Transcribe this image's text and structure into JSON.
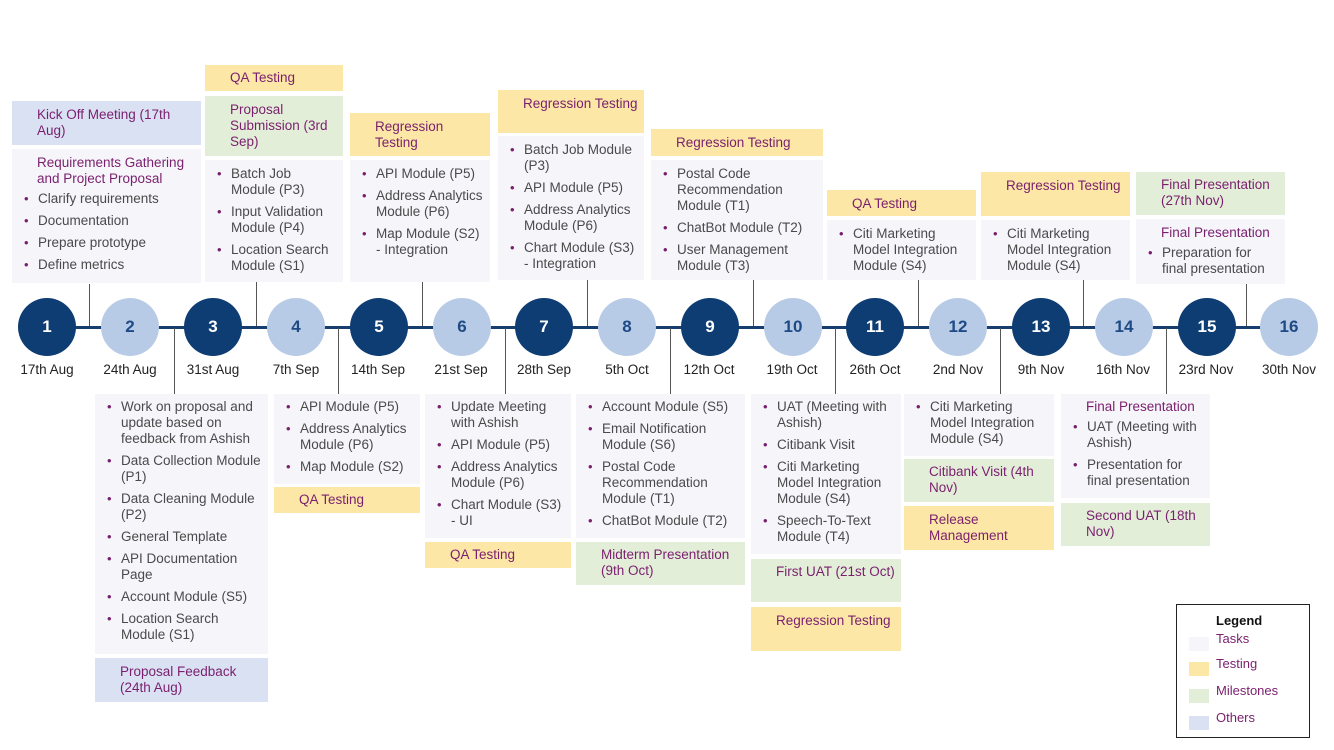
{
  "weeks": [
    {
      "num": "1",
      "date": "17th Aug"
    },
    {
      "num": "2",
      "date": "24th Aug"
    },
    {
      "num": "3",
      "date": "31st Aug"
    },
    {
      "num": "4",
      "date": "7th Sep"
    },
    {
      "num": "5",
      "date": "14th Sep"
    },
    {
      "num": "6",
      "date": "21st Sep"
    },
    {
      "num": "7",
      "date": "28th Sep"
    },
    {
      "num": "8",
      "date": "5th Oct"
    },
    {
      "num": "9",
      "date": "12th Oct"
    },
    {
      "num": "10",
      "date": "19th Oct"
    },
    {
      "num": "11",
      "date": "26th Oct"
    },
    {
      "num": "12",
      "date": "2nd Nov"
    },
    {
      "num": "13",
      "date": "9th Nov"
    },
    {
      "num": "14",
      "date": "16th Nov"
    },
    {
      "num": "15",
      "date": "23rd Nov"
    },
    {
      "num": "16",
      "date": "30th Nov"
    }
  ],
  "top": {
    "w1": {
      "kickoff": "Kick Off Meeting (17th Aug)",
      "tasks_head": "Requirements Gathering and Project Proposal",
      "items": [
        "Clarify requirements",
        "Documentation",
        "Prepare prototype",
        "Define metrics"
      ]
    },
    "w3": {
      "qa": "QA Testing",
      "milestone": "Proposal Submission (3rd Sep)",
      "items": [
        "Batch Job Module (P3)",
        "Input Validation Module (P4)",
        "Location Search Module (S1)"
      ]
    },
    "w5": {
      "testing": "Regression Testing",
      "items": [
        "API Module (P5)",
        "Address Analytics Module (P6)",
        "Map Module (S2) - Integration"
      ]
    },
    "w7": {
      "testing": "Regression Testing",
      "items": [
        "Batch Job Module (P3)",
        "API Module (P5)",
        "Address Analytics Module (P6)",
        "Chart Module (S3) - Integration"
      ]
    },
    "w9": {
      "testing": "Regression Testing",
      "items": [
        "Postal Code Recommendation Module (T1)",
        "ChatBot Module (T2)",
        "User Management Module (T3)"
      ]
    },
    "w11": {
      "testing": "QA Testing",
      "items": [
        "Citi Marketing Model Integration Module (S4)"
      ]
    },
    "w13": {
      "testing": "Regression Testing",
      "items": [
        "Citi Marketing Model Integration Module (S4)"
      ]
    },
    "w15": {
      "milestone": "Final Presentation (27th Nov)",
      "tasks_head": "Final Presentation",
      "items": [
        "Preparation for final presentation"
      ]
    }
  },
  "bottom": {
    "w2": {
      "items": [
        "Work on proposal and update based on feedback from Ashish",
        "Data Collection Module (P1)",
        "Data Cleaning Module (P2)",
        "General Template",
        "API Documentation Page",
        "Account Module (S5)",
        "Location Search Module (S1)"
      ],
      "other": "Proposal Feedback (24th Aug)"
    },
    "w4": {
      "items": [
        "API Module (P5)",
        "Address Analytics Module (P6)",
        "Map Module (S2)"
      ],
      "testing": "QA Testing"
    },
    "w6": {
      "items": [
        "Update Meeting with Ashish",
        "API Module (P5)",
        "Address Analytics Module (P6)",
        "Chart Module (S3) - UI"
      ],
      "testing": "QA Testing"
    },
    "w8": {
      "items": [
        "Account Module (S5)",
        "Email Notification Module (S6)",
        "Postal Code Recommendation Module (T1)",
        "ChatBot Module (T2)"
      ],
      "milestone": "Midterm Presentation (9th Oct)"
    },
    "w10": {
      "items": [
        "UAT (Meeting with Ashish)",
        "Citibank Visit",
        "Citi Marketing Model Integration Module (S4)",
        "Speech-To-Text Module (T4)"
      ],
      "milestone": "First UAT (21st Oct)",
      "testing": "Regression Testing"
    },
    "w12": {
      "items": [
        "Citi Marketing Model Integration Module (S4)"
      ],
      "milestone": "Citibank Visit (4th Nov)",
      "testing": "Release Management"
    },
    "w14": {
      "tasks_head": "Final Presentation",
      "items": [
        "UAT (Meeting with Ashish)",
        "Presentation for final presentation"
      ],
      "milestone": "Second UAT (18th Nov)"
    }
  },
  "legend": {
    "title": "Legend",
    "items": [
      {
        "label": "Tasks",
        "color": "#f6f5fa"
      },
      {
        "label": "Testing",
        "color": "#fce7a6"
      },
      {
        "label": "Milestones",
        "color": "#e3eed9"
      },
      {
        "label": "Others",
        "color": "#d9e1f2"
      }
    ]
  },
  "colors": {
    "dark_node": "#0e3d73",
    "light_node": "#b8cbe6",
    "heading": "#7a1f6e"
  }
}
